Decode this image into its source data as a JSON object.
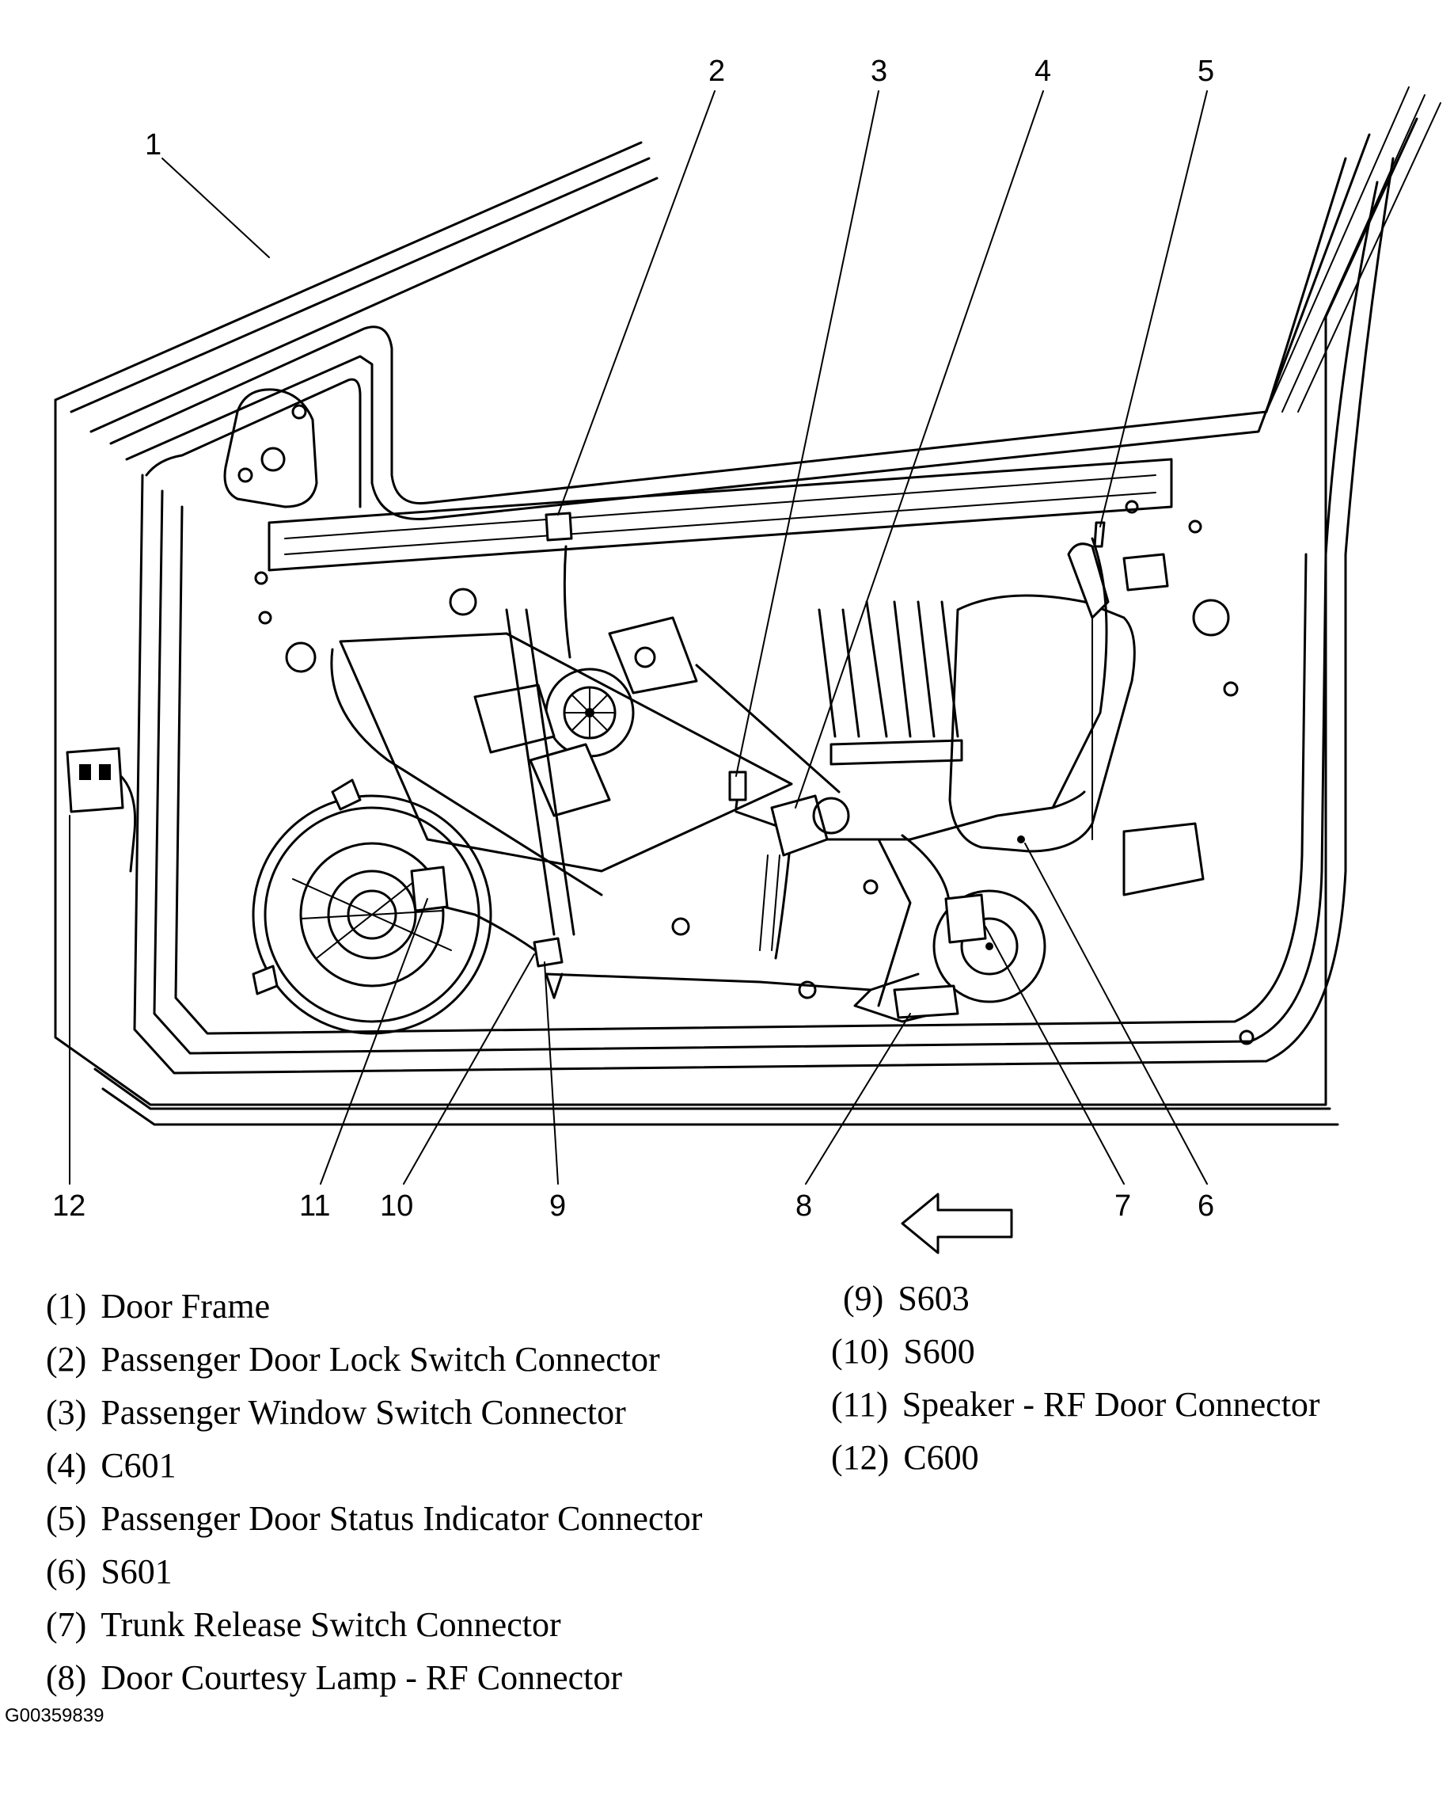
{
  "callouts": [
    {
      "num": "1"
    },
    {
      "num": "2"
    },
    {
      "num": "3"
    },
    {
      "num": "4"
    },
    {
      "num": "5"
    },
    {
      "num": "6"
    },
    {
      "num": "7"
    },
    {
      "num": "8"
    },
    {
      "num": "9"
    },
    {
      "num": "10"
    },
    {
      "num": "11"
    },
    {
      "num": "12"
    }
  ],
  "legend": [
    {
      "num": "(1)",
      "label": "Door Frame"
    },
    {
      "num": "(2)",
      "label": "Passenger Door Lock Switch Connector"
    },
    {
      "num": "(3)",
      "label": "Passenger Window Switch Connector"
    },
    {
      "num": "(4)",
      "label": "C601"
    },
    {
      "num": "(5)",
      "label": "Passenger Door Status Indicator Connector"
    },
    {
      "num": "(6)",
      "label": "S601"
    },
    {
      "num": "(7)",
      "label": "Trunk Release Switch Connector"
    },
    {
      "num": "(8)",
      "label": "Door Courtesy Lamp - RF Connector"
    },
    {
      "num": "(9)",
      "label": "S603"
    },
    {
      "num": "(10)",
      "label": "S600"
    },
    {
      "num": "(11)",
      "label": "Speaker - RF Door Connector"
    },
    {
      "num": "(12)",
      "label": "C600"
    }
  ],
  "figure_id": "G00359839",
  "arrow_direction": "left"
}
